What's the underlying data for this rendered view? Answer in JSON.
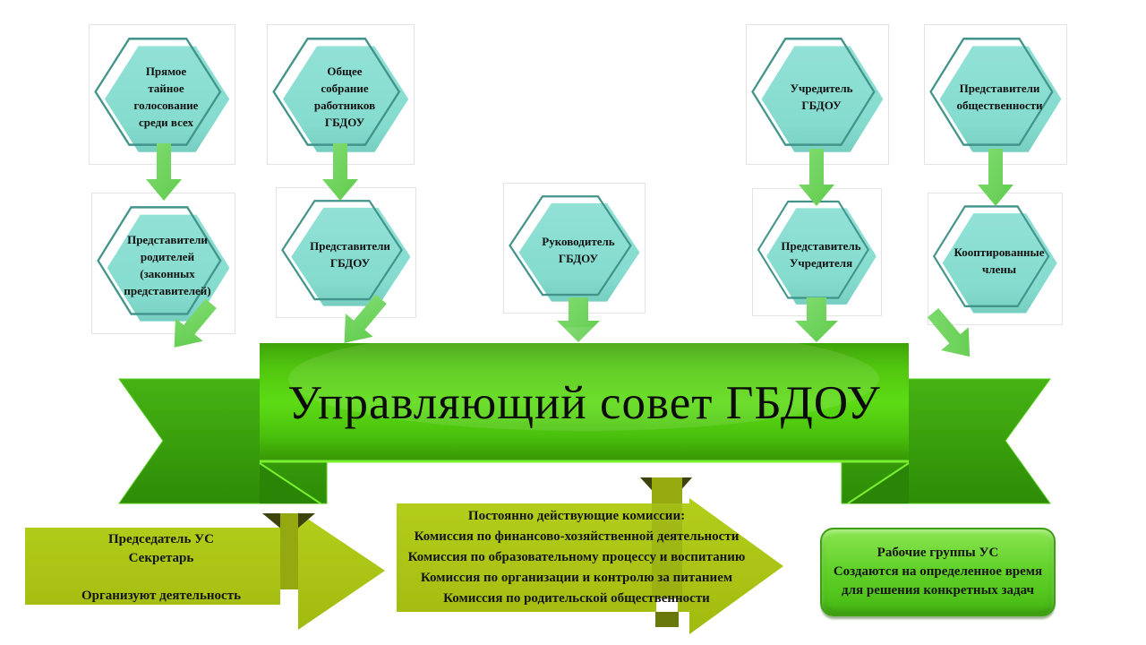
{
  "slide": {
    "type": "organizational-diagram",
    "background": "#ffffff",
    "colors": {
      "hexagon_fill": "#87dcd0",
      "hexagon_outline": "#42948b",
      "arrow_green": "#6fd25c",
      "banner_green": "#55d40e",
      "banner_tail_green": "#3aa30d",
      "banner_edge_highlight": "#79ef2f",
      "olive_arrow": "#abc314",
      "olive_connector": "#95a90f",
      "connector_shadow": "#3d430a",
      "workgroup_box_fill": "#5ecd27",
      "workgroup_box_border": "#3f9e12"
    }
  },
  "hexagons": {
    "row1": [
      {
        "id": "direct-voting",
        "label": "Прямое\nтайное\nголосование\nсреди всех"
      },
      {
        "id": "general-meeting",
        "label": "Общее\nсобрание\nработников\nГБДОУ"
      },
      {
        "id": "founder",
        "label": "Учредитель\nГБДОУ"
      },
      {
        "id": "public-representatives",
        "label": "Представители\nобщественности"
      }
    ],
    "row2": [
      {
        "id": "parents-representatives",
        "label": "Представители\nродителей\n(законных\nпредставителей)"
      },
      {
        "id": "gbdou-representatives",
        "label": "Представители\nГБДОУ"
      },
      {
        "id": "head-of-gbdou",
        "label": "Руководитель\nГБДОУ"
      },
      {
        "id": "founder-representative",
        "label": "Представитель\nУчредителя"
      },
      {
        "id": "coopted-members",
        "label": "Кооптированные\nчлены"
      }
    ]
  },
  "banner": {
    "title": "Управляющий совет ГБДОУ"
  },
  "left_arrow": {
    "text": "Председатель УС\nСекретарь\n\nОрганизуют деятельность"
  },
  "commissions_arrow": {
    "text": "Постоянно действующие комиссии:\nКомиссия по финансово-хозяйственной деятельности\nКомиссия по образовательному процессу и воспитанию\nКомиссия по организации и контролю за питанием\nКомиссия по родительской общественности"
  },
  "working_groups_box": {
    "text": "Рабочие группы УС\nСоздаются на определенное время\nдля решения конкретных задач"
  }
}
